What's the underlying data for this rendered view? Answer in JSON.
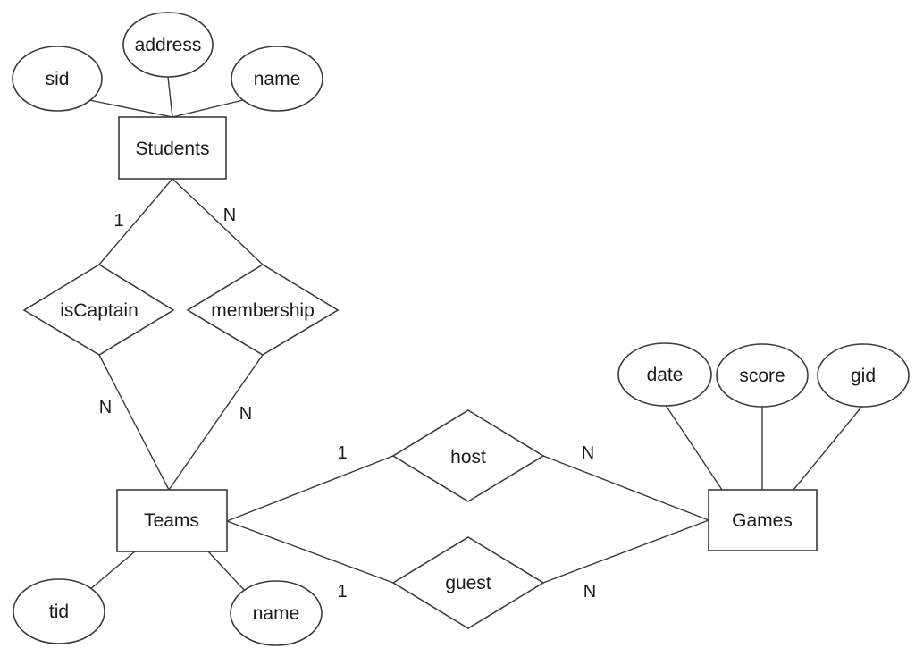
{
  "entities": {
    "students": "Students",
    "teams": "Teams",
    "games": "Games"
  },
  "attributes": {
    "sid": "sid",
    "address": "address",
    "student_name": "name",
    "tid": "tid",
    "team_name": "name",
    "date": "date",
    "score": "score",
    "gid": "gid"
  },
  "relationships": {
    "is_captain": "isCaptain",
    "membership": "membership",
    "host": "host",
    "guest": "guest"
  },
  "cardinalities": {
    "students_iscaptain": "1",
    "students_membership": "N",
    "iscaptain_teams": "N",
    "membership_teams": "N",
    "teams_host": "1",
    "host_games": "N",
    "teams_guest": "1",
    "guest_games": "N"
  },
  "colors": {
    "stroke": "#3a3a3a",
    "fill": "#ffffff",
    "text": "#1a1a1a"
  }
}
